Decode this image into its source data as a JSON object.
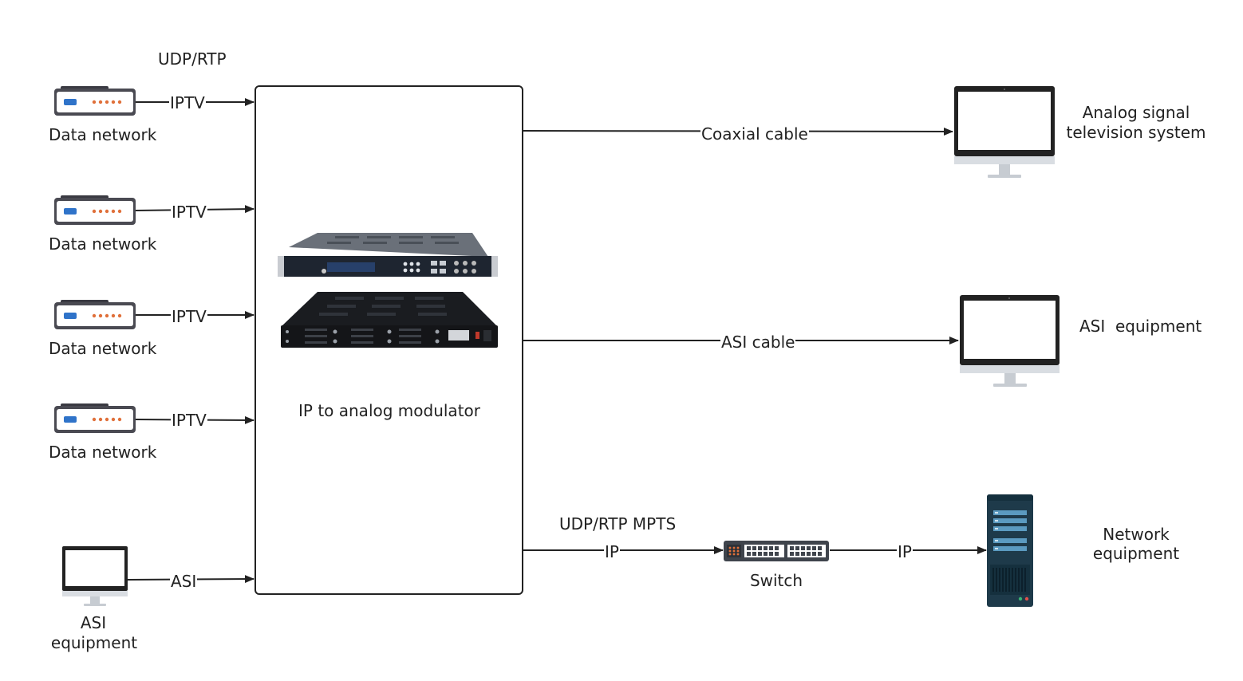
{
  "inputs": {
    "protocol_label": "UDP/RTP",
    "data_networks": [
      {
        "label": "Data network",
        "link": "IPTV"
      },
      {
        "label": "Data network",
        "link": "IPTV"
      },
      {
        "label": "Data network",
        "link": "IPTV"
      },
      {
        "label": "Data network",
        "link": "IPTV"
      }
    ],
    "asi_source": {
      "label_line1": "ASI",
      "label_line2": "equipment",
      "link": "ASI"
    }
  },
  "modulator": {
    "label": "IP to analog modulator"
  },
  "outputs": {
    "analog": {
      "link": "Coaxial cable",
      "label_line1": "Analog signal",
      "label_line2": "television system"
    },
    "asi": {
      "link": "ASI cable",
      "label": "ASI  equipment"
    },
    "network": {
      "protocol_label": "UDP/RTP MPTS",
      "link_to_switch": "IP",
      "switch_label": "Switch",
      "link_to_server": "IP",
      "label_line1": "Network",
      "label_line2": "equipment"
    }
  },
  "colors": {
    "line": "#222222",
    "device_dark": "#4a4a52",
    "led_orange": "#e0703a",
    "led_blue": "#2f73c9",
    "monitor_frame": "#222222",
    "server_body": "#1e3a4a"
  }
}
